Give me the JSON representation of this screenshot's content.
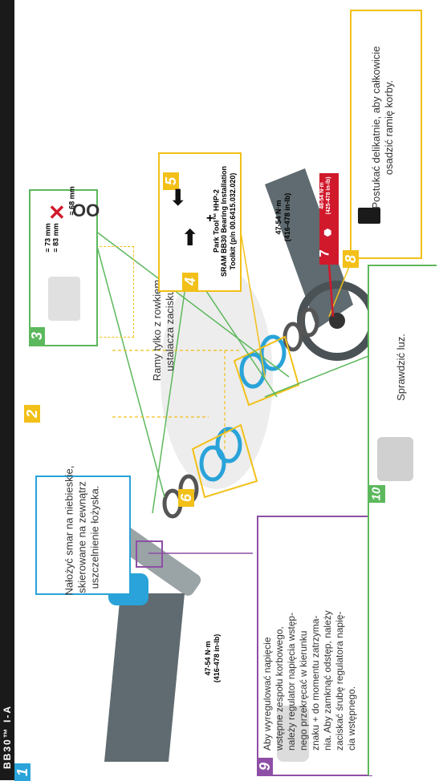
{
  "header": {
    "title": "BB30™ I-A"
  },
  "steps": {
    "s1": {
      "badge": "1",
      "text_lines": [
        "Nałożyć smar na niebieskie,",
        "skierowane na zewnątrz",
        "uszczelnienie łożyska."
      ]
    },
    "s2": {
      "badge": "2",
      "text_lines": [
        "Ramy tylko z rowkiem",
        "ustalacza zacisku"
      ]
    },
    "s3": {
      "badge": "3",
      "dims": [
        "= 73 mm",
        "= 83 mm",
        "= 68 mm"
      ]
    },
    "s4": {
      "badge": "4"
    },
    "s5": {
      "badge": "5",
      "tool": "Park Tool™ HHP-2",
      "plus": "+",
      "kit_lines": [
        "SRAM BB30 Bearing Installation",
        "Toolkit (p/n 00.6415.032.020)"
      ]
    },
    "s6": {
      "badge": "6"
    },
    "s7": {
      "badge": "7",
      "torque_lines": [
        "48-54 N·m",
        "(425-478 in-lb)"
      ]
    },
    "s8": {
      "badge": "8",
      "text_lines": [
        "Postukać delikatnie, aby całkowicie",
        "osadzić ramię korby."
      ]
    },
    "s9": {
      "badge": "9",
      "text_lines": [
        "Aby wyregulować napięcie",
        "wstępne zespołu korbowego,",
        "należy regulator napięcia wstęp-",
        "nego przekręcać w kierunku",
        "znaku + do momentu zatrzyma-",
        "nia. Aby zamknąć odstęp, należy",
        "zaciskać śrubę regulatora napię-",
        "cia wstępnego."
      ]
    },
    "s10": {
      "badge": "10",
      "text": "Sprawdzić luz."
    }
  },
  "torque_left": [
    "47-54 N·m",
    "(416-478 in-lb)"
  ],
  "torque_right": [
    "47-54 N·m",
    "(416-478 in-lb)"
  ],
  "colors": {
    "blue": "#29a3d9",
    "yellow": "#f2c018",
    "green": "#5cb85c",
    "purple": "#8e4fa6",
    "red": "#d0192b"
  }
}
